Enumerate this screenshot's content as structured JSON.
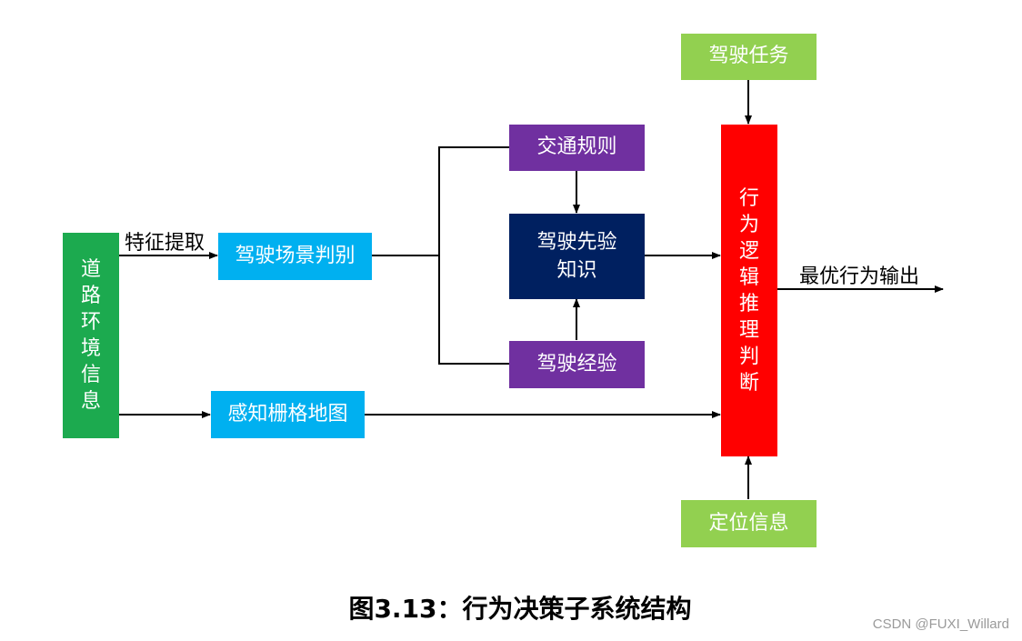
{
  "nodes": {
    "road_env": "道路环境信息",
    "scene_recognition": "驾驶场景判别",
    "perception_grid": "感知栅格地图",
    "traffic_rules": "交通规则",
    "prior_knowledge": "驾驶先验知识",
    "driving_experience": "驾驶经验",
    "driving_task": "驾驶任务",
    "behavior_reasoning": "行为逻辑推理判断",
    "localization": "定位信息"
  },
  "edge_labels": {
    "feature_extraction": "特征提取",
    "optimal_output": "最优行为输出"
  },
  "caption": "图3.13：行为决策子系统结构",
  "watermark": "CSDN @FUXI_Willard",
  "colors": {
    "road_env": "#1caa4f",
    "scene_recognition": "#00b0f0",
    "perception_grid": "#00b0f0",
    "traffic_rules": "#7030a0",
    "driving_experience": "#7030a0",
    "prior_knowledge": "#002060",
    "driving_task": "#92d050",
    "localization": "#92d050",
    "behavior_reasoning": "#ff0000"
  }
}
